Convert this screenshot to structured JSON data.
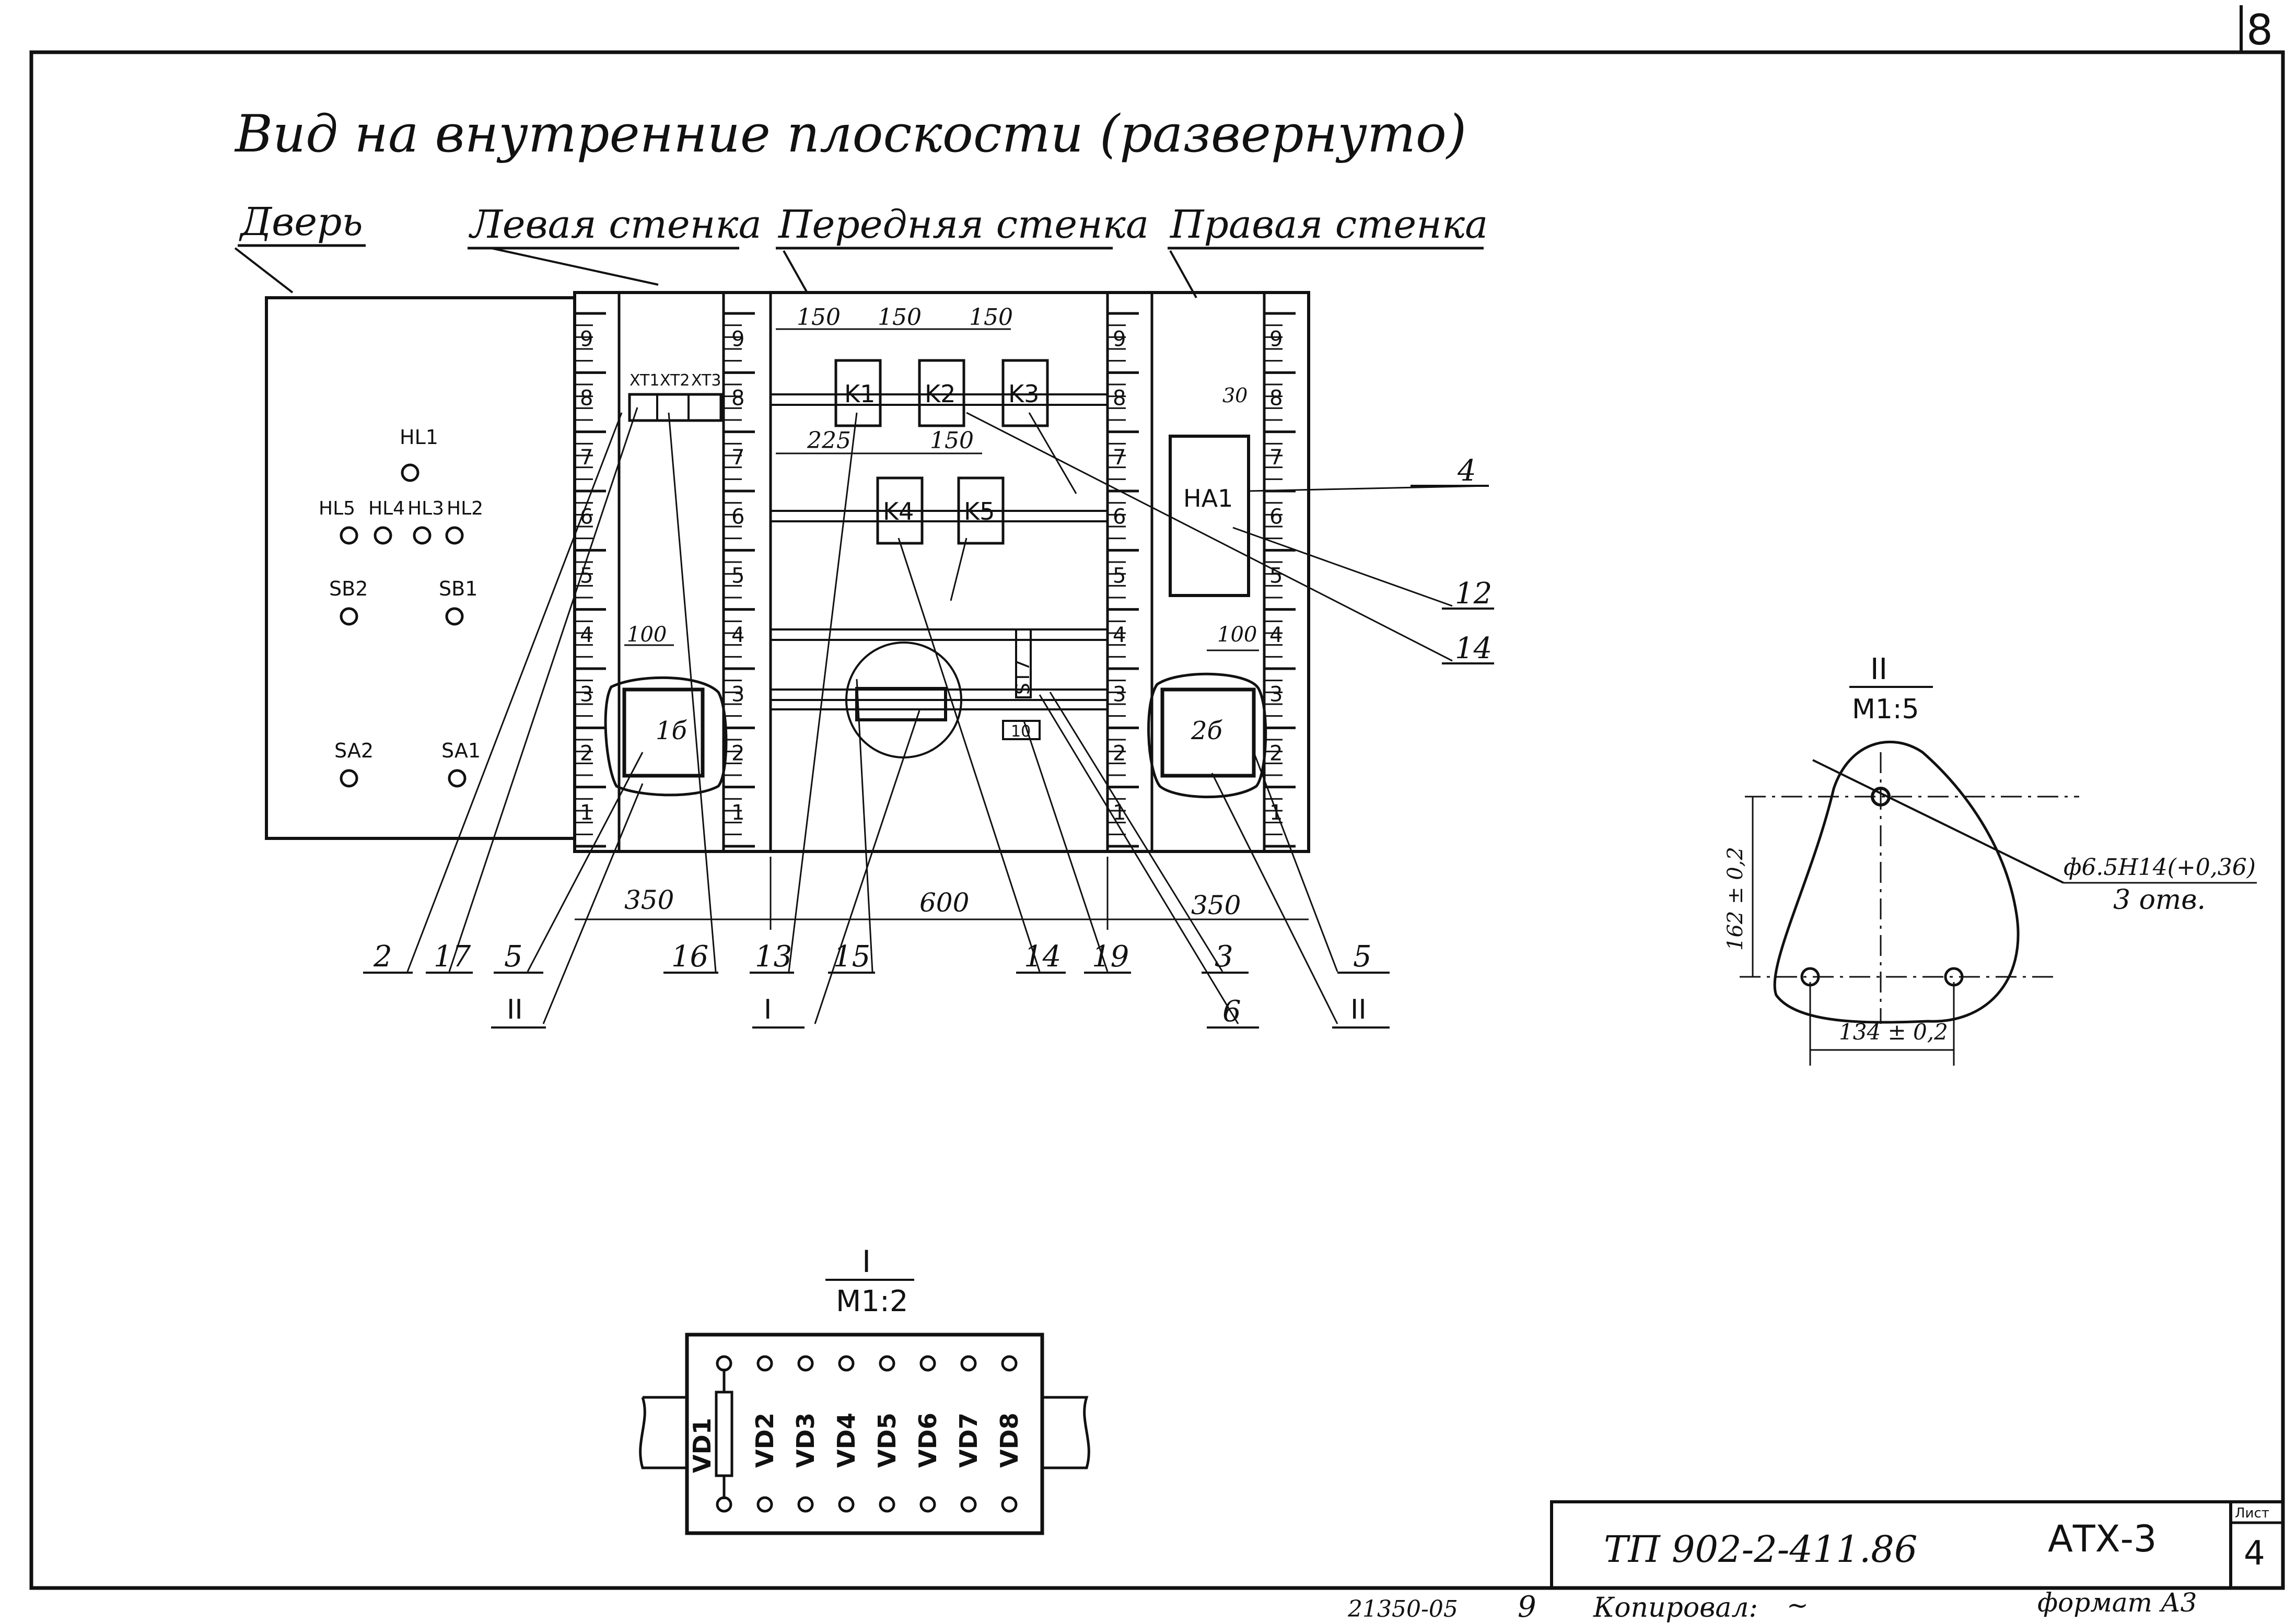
{
  "sheet_number": "8",
  "title": "Вид на внутренние плоскости (развернуто)",
  "sections": {
    "door": "Дверь",
    "left_wall": "Левая стенка",
    "front_wall": "Передняя стенка",
    "right_wall": "Правая стенка"
  },
  "door_items": {
    "hl1": "HL1",
    "hl5": "HL5",
    "hl4": "HL4",
    "hl3": "HL3",
    "hl2": "HL2",
    "sb2": "SB2",
    "sb1": "SB1",
    "sa2": "SA2",
    "sa1": "SA1"
  },
  "relays": {
    "k1": "K1",
    "k2": "K2",
    "k3": "K3",
    "k4": "K4",
    "k5": "K5"
  },
  "terminals": {
    "xt1": "XT1",
    "xt2": "XT2",
    "xt3": "XT3"
  },
  "ha1": "HA1",
  "box_labels": {
    "left": "1б",
    "right": "2б"
  },
  "st_label": "ST7",
  "small_label": "10",
  "scale_numbers": [
    "1",
    "2",
    "3",
    "4",
    "5",
    "6",
    "7",
    "8",
    "9"
  ],
  "dims": {
    "d150a": "150",
    "d150b": "150",
    "d150c": "150",
    "d225": "225",
    "d150d": "150",
    "d30": "30",
    "d100l": "100",
    "d100r": "100",
    "w350l": "350",
    "w600": "600",
    "w350r": "350"
  },
  "callouts": {
    "c2": "2",
    "c17": "17",
    "c5l": "5",
    "c16": "16",
    "c13": "13",
    "c15": "15",
    "c14b": "14",
    "c19": "19",
    "c3": "3",
    "c5r": "5",
    "c6": "6",
    "c4": "4",
    "c12": "12",
    "c14r": "14",
    "cIIl": "II",
    "cI": "I",
    "cIIr": "II"
  },
  "detail_II": {
    "title": "II",
    "scale": "M1:5",
    "dim_v": "162 ± 0,2",
    "dim_h": "134 ± 0,2",
    "hole": "ф6.5H14(+0,36)",
    "hole_count": "3 отв."
  },
  "detail_I": {
    "title": "I",
    "scale": "M1:2",
    "diodes": [
      "VD1",
      "VD2",
      "VD3",
      "VD4",
      "VD5",
      "VD6",
      "VD7",
      "VD8"
    ]
  },
  "stamp": {
    "code": "ТП 902-2-411.86",
    "section": "АТХ-3",
    "sheet_label": "Лист",
    "sheet": "4"
  },
  "footer": {
    "number": "21350-05",
    "page": "9",
    "copied": "Копировал:",
    "format": "формат А3"
  }
}
